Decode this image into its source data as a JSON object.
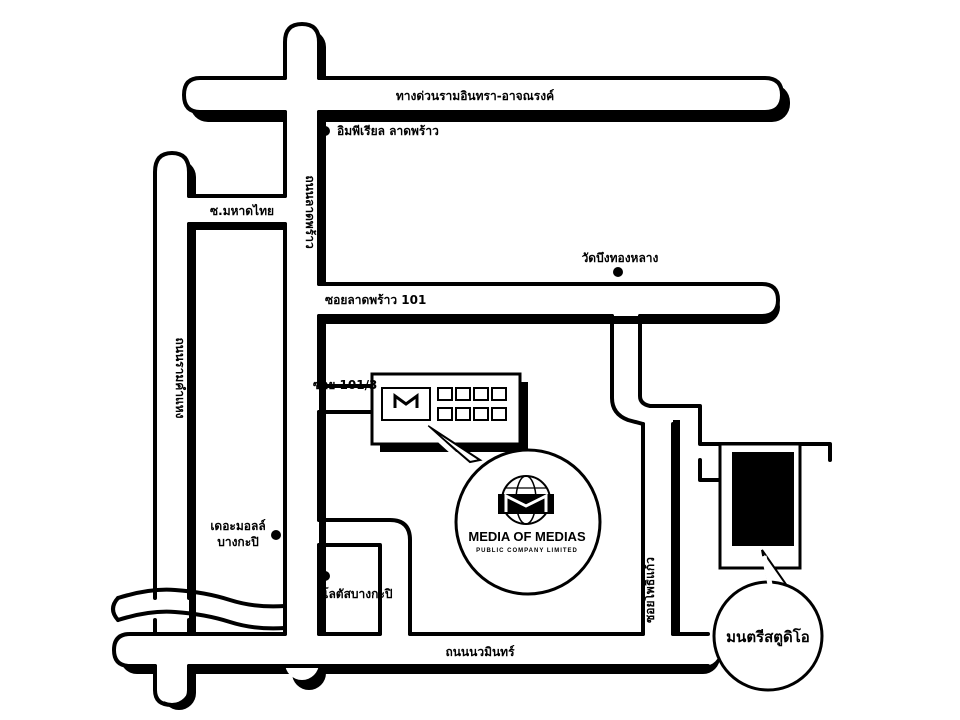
{
  "roads": {
    "expressway": "ทางด่วนรามอินทรา-อาจณรงค์",
    "lat_phrao_road": "ถนนลาดพร้าว",
    "soi_lat_phrao_101": "ซอยลาดพร้าว 101",
    "soi_101_3": "ซอย 101/3",
    "soi_mahatthai": "ซ.มหาดไทย",
    "ram_khamhaeng_road": "ถนนรามคำแหง",
    "nawamin_road": "ถนนนวมินทร์",
    "soi_pho_kaeo": "ซอยโพธิ์แก้ว"
  },
  "landmarks": {
    "imperial": "อิมพีเรียล ลาดพร้าว",
    "wat_bueng_thong_lang": "วัดบึงทองหลาง",
    "the_mall_line1": "เดอะมอลล์",
    "the_mall_line2": "บางกะปิ",
    "lotus": "โลตัสบางกะปิ",
    "montfort": "มนตรีสตูดิโอ"
  },
  "company": {
    "name": "MEDIA OF MEDIAS",
    "subtitle": "PUBLIC COMPANY LIMITED",
    "logo_letter": "M"
  },
  "colors": {
    "ink": "#000000",
    "paper": "#ffffff"
  }
}
